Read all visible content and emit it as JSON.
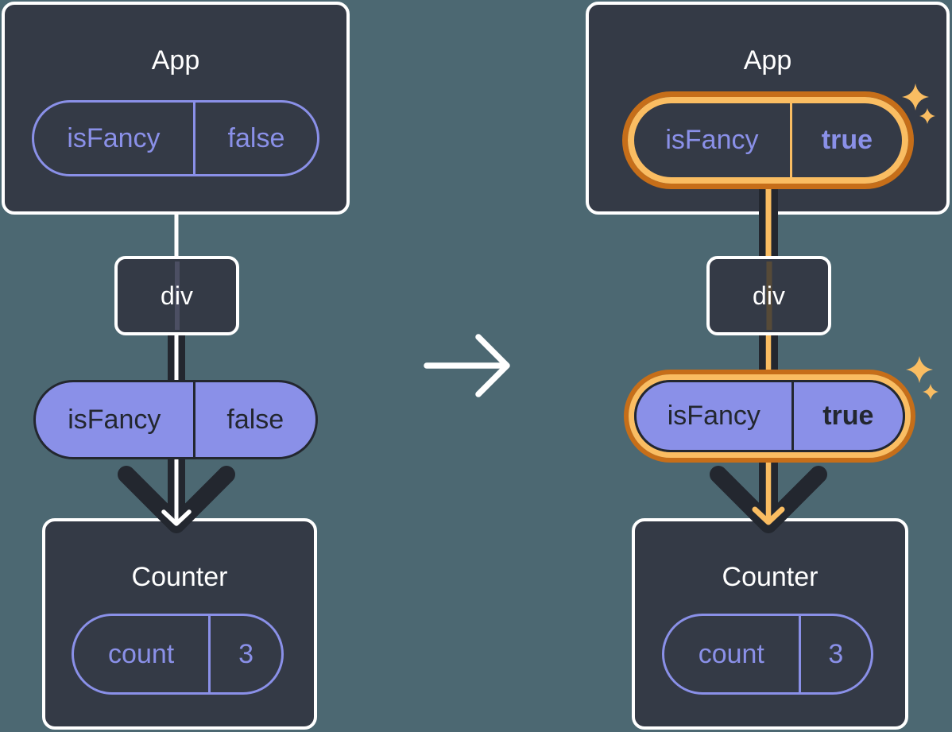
{
  "colors": {
    "background": "#4C6872",
    "card_fill": "#343A46",
    "card_border": "#FFFFFF",
    "ink_dark": "#23272F",
    "purple": "#8A90E8",
    "orange_light": "#FABD62",
    "orange_dark": "#C66E19",
    "stripe_before": "#4C4F63",
    "stripe_after": "#564A38"
  },
  "before": {
    "app": {
      "title": "App",
      "prop": {
        "name": "isFancy",
        "value": "false"
      }
    },
    "container": {
      "label": "div"
    },
    "passed_prop": {
      "name": "isFancy",
      "value": "false"
    },
    "counter": {
      "title": "Counter",
      "state": {
        "name": "count",
        "value": "3"
      }
    }
  },
  "after": {
    "app": {
      "title": "App",
      "prop": {
        "name": "isFancy",
        "value": "true"
      }
    },
    "container": {
      "label": "div"
    },
    "passed_prop": {
      "name": "isFancy",
      "value": "true"
    },
    "counter": {
      "title": "Counter",
      "state": {
        "name": "count",
        "value": "3"
      }
    }
  }
}
